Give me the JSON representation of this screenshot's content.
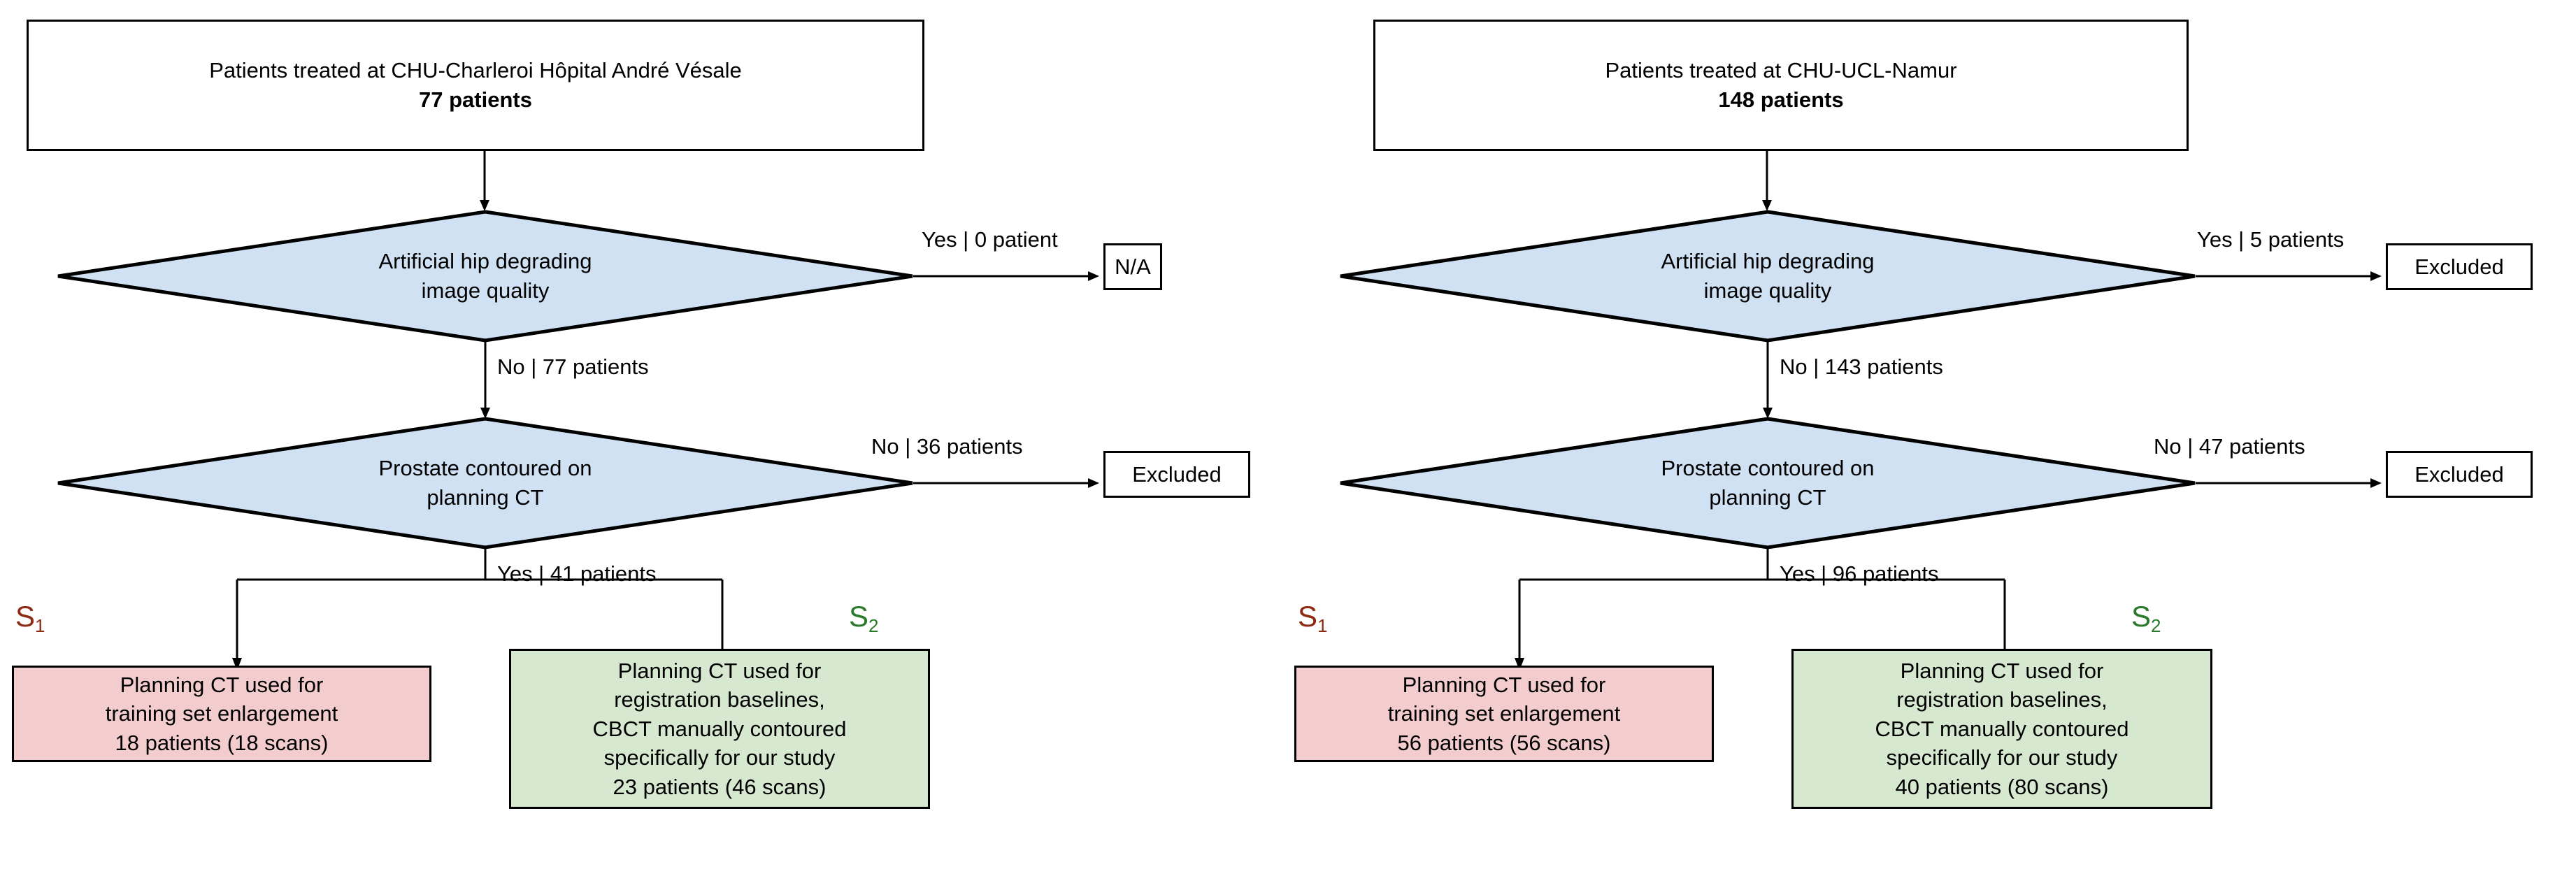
{
  "diagram": {
    "title": "Patient selection flowchart",
    "colors": {
      "diamond_fill": "#cfe1f2",
      "pink_fill": "#f3cdcd",
      "green_fill": "#d7e8d0",
      "s1_color": "#8d2a12",
      "s2_color": "#2b7a2b",
      "stroke": "#000000"
    }
  },
  "panels": [
    {
      "id": "charleroi",
      "source": {
        "line1": "Patients treated at CHU-Charleroi Hôpital André Vésale",
        "line2": "77 patients"
      },
      "decision1": {
        "line1": "Artificial hip degrading",
        "line2": "image quality",
        "yes_label": "Yes | 0 patient",
        "yes_target": "N/A",
        "no_label": "No | 77 patients"
      },
      "decision2": {
        "line1": "Prostate contoured on",
        "line2": "planning CT",
        "no_label": "No | 36 patients",
        "no_target": "Excluded",
        "yes_label": "Yes | 41 patients"
      },
      "s1": {
        "tag": "S",
        "tag_sub": "1",
        "lines": [
          "Planning CT used for",
          "training set enlargement",
          "18 patients (18 scans)"
        ]
      },
      "s2": {
        "tag": "S",
        "tag_sub": "2",
        "lines": [
          "Planning CT used for",
          "registration baselines,",
          "CBCT manually contoured",
          "specifically for our study",
          "23 patients (46 scans)"
        ]
      }
    },
    {
      "id": "namur",
      "source": {
        "line1": "Patients treated at CHU-UCL-Namur",
        "line2": "148 patients"
      },
      "decision1": {
        "line1": "Artificial hip degrading",
        "line2": "image quality",
        "yes_label": "Yes | 5 patients",
        "yes_target": "Excluded",
        "no_label": "No | 143 patients"
      },
      "decision2": {
        "line1": "Prostate contoured on",
        "line2": "planning CT",
        "no_label": "No | 47 patients",
        "no_target": "Excluded",
        "yes_label": "Yes | 96 patients"
      },
      "s1": {
        "tag": "S",
        "tag_sub": "1",
        "lines": [
          "Planning CT used for",
          "training set enlargement",
          "56 patients (56 scans)"
        ]
      },
      "s2": {
        "tag": "S",
        "tag_sub": "2",
        "lines": [
          "Planning CT used for",
          "registration baselines,",
          "CBCT manually contoured",
          "specifically for our study",
          "40 patients (80 scans)"
        ]
      }
    }
  ]
}
